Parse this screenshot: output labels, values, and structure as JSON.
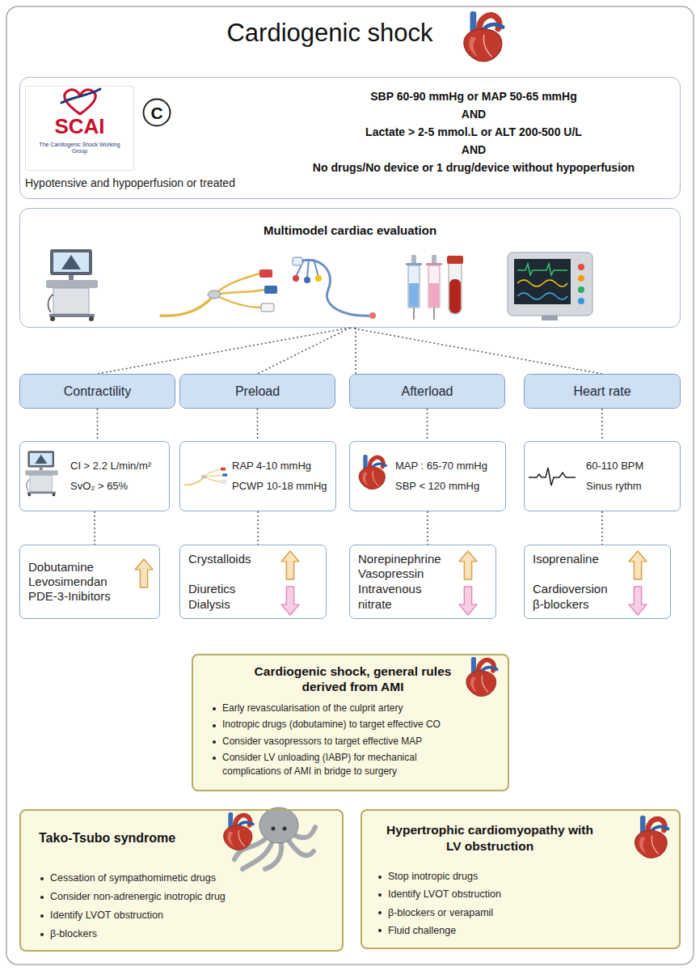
{
  "diagram": {
    "title": "Cardiogenic shock",
    "nodes": [
      {
        "text": [
          "Hypotensive and hypoperfusion or treated",
          "SBP 60-90 mmHg or MAP 50-65 mmHg",
          "AND",
          "Lactate > 2-5 mmol.L or ALT 200-500 U/L",
          "AND",
          "No drugs/No device or 1 drug/device without hypoperfusion"
        ]
      },
      {
        "text": [
          "SCAI",
          "The Cardiogenic Shock Working Group"
        ],
        "in": 0
      },
      {
        "text": [
          "C"
        ],
        "in": 0
      },
      {
        "text": [
          "Multimodel cardiac evaluation"
        ]
      },
      {
        "text": [
          "Contractility"
        ]
      },
      {
        "text": [
          "Preload"
        ]
      },
      {
        "text": [
          "Afterload"
        ]
      },
      {
        "text": [
          "Heart rate"
        ]
      },
      {
        "text": [
          "CI > 2.2 L/min/m²",
          "SvO₂ > 65%"
        ]
      },
      {
        "text": [
          "RAP 4-10 mmHg",
          "PCWP 10-18 mmHg"
        ]
      },
      {
        "text": [
          "MAP : 65-70 mmHg",
          "SBP < 120 mmHg"
        ]
      },
      {
        "text": [
          "60-110 BPM",
          "Sinus rythm"
        ]
      },
      {
        "text": [
          "Dobutamine Levosimendan PDE-3-Inibitors"
        ]
      },
      {
        "text": [
          "Crystalloids",
          "Diuretics Dialysis"
        ]
      },
      {
        "text": [
          "Norepinephrine Vasopressin",
          "Intravenous nitrate"
        ]
      },
      {
        "text": [
          "Isoprenaline",
          "Cardioversion β-blockers"
        ]
      },
      {
        "text": [
          "Cardiogenic shock, general rules derived from AMI",
          "Early revascularisation of the culprit artery",
          "Inotropic drugs (dobutamine) to target effective CO",
          "Consider vasopressors to target effective MAP",
          "Consider LV unloading (IABP) for mechanical complications of AMI in bridge to surgery"
        ]
      },
      {
        "text": [
          "Tako-Tsubo syndrome",
          "Cessation of sympathomimetic drugs",
          "Consider non-adrenergic inotropic drug",
          "Identify LVOT obstruction",
          "β-blockers"
        ]
      },
      {
        "text": [
          "Hypertrophic cardiomyopathy with LV obstruction",
          "Stop inotropic drugs",
          "Identify LVOT obstruction",
          "β-blockers or verapamil",
          "Fluid challenge"
        ]
      }
    ],
    "edges": [
      {
        "from": 3,
        "to": 4,
        "arrow": "none"
      },
      {
        "from": 3,
        "to": 5,
        "arrow": "none"
      },
      {
        "from": 3,
        "to": 6,
        "arrow": "none"
      },
      {
        "from": 3,
        "to": 7,
        "arrow": "none"
      },
      {
        "from": 4,
        "to": 8,
        "arrow": "none"
      },
      {
        "from": 5,
        "to": 9,
        "arrow": "none"
      },
      {
        "from": 6,
        "to": 10,
        "arrow": "none"
      },
      {
        "from": 7,
        "to": 11,
        "arrow": "none"
      },
      {
        "from": 8,
        "to": 12,
        "arrow": "none"
      },
      {
        "from": 9,
        "to": 13,
        "arrow": "none"
      },
      {
        "from": 10,
        "to": 14,
        "arrow": "none"
      },
      {
        "from": 11,
        "to": 15,
        "arrow": "none"
      }
    ]
  }
}
